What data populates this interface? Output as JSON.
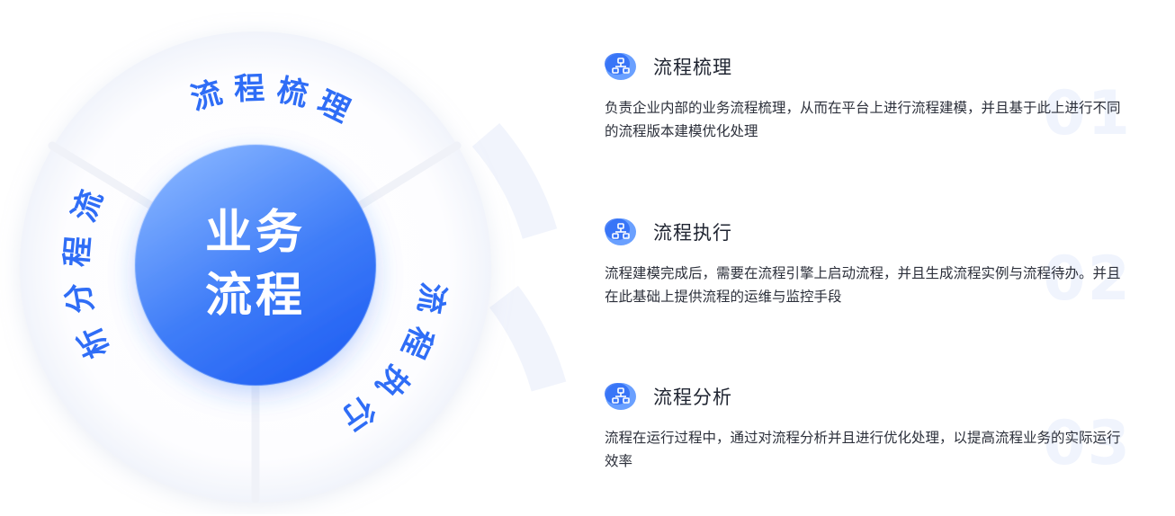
{
  "center": {
    "line1": "业务",
    "line2": "流程"
  },
  "ring_labels": {
    "top": [
      "流",
      "程",
      "梳",
      "理"
    ],
    "right": [
      "流",
      "程",
      "执",
      "行"
    ],
    "left": [
      "流",
      "程",
      "分",
      "析"
    ]
  },
  "sections": [
    {
      "title": "流程梳理",
      "number": "01",
      "desc": "负责企业内部的业务流程梳理，从而在平台上进行流程建模，并且基于此上进行不同的流程版本建模优化处理"
    },
    {
      "title": "流程执行",
      "number": "02",
      "desc": "流程建模完成后，需要在流程引擎上启动流程，并且生成流程实例与流程待办。并且在此基础上提供流程的运维与监控手段"
    },
    {
      "title": "流程分析",
      "number": "03",
      "desc": "流程在运行过程中，通过对流程分析并且进行优化处理，以提高流程业务的实际运行效率"
    }
  ],
  "colors": {
    "accent": "#2f6df6",
    "accent_light": "#7fb0ff",
    "ring_bg": "#fbfcff",
    "number_watermark": "#f0f4fd",
    "title_text": "#1f2431",
    "body_text": "#2b2f3a"
  },
  "icon": "flowchart-icon"
}
